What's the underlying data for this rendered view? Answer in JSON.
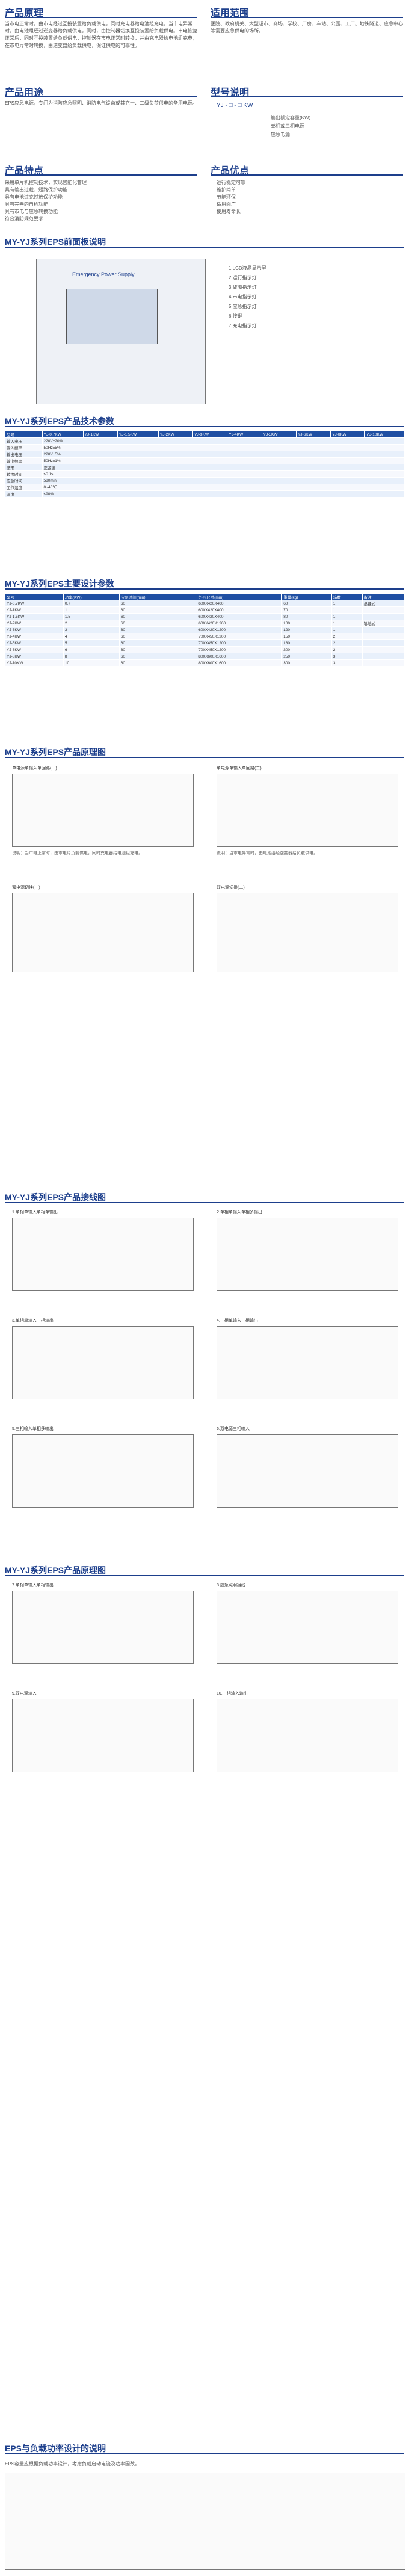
{
  "sections": {
    "principle": {
      "title": "产品原理",
      "text": "当市电正常时，由市电经过互投装置给负载供电，同时充电器给电池组充电，当市电异常时，由电池组经过逆变器给负载供电，同时，由控制器切换互投装置给负载供电。市电恢复正常后，同时互投装置给负载供电，控制器在市电正常时转换，并由充电器给电池组充电，在市电异常时转换，由逆变器给负载供电，保证供电的可靠性。"
    },
    "application": {
      "title": "适用范围",
      "text": "医院、政府机关、大型超市、商场、学校、厂房、车站、公园、工厂、地铁隧道、应急中心等需要应急供电的场所。"
    },
    "purpose": {
      "title": "产品用途",
      "text": "EPS应急电源，专门为消防应急照明、消防电气设备或其它一、二级负荷供电的备用电源。"
    },
    "model": {
      "title": "型号说明",
      "label": "YJ - □ - □ KW",
      "items": [
        "输出额定容量(KW)",
        "单相或三相电源",
        "应急电源"
      ]
    },
    "features": {
      "title": "产品特点",
      "items": [
        "采用单片机控制技术，实现智能化管理",
        "具有输出过载、短路保护功能",
        "具有电池过充过放保护功能",
        "具有完善的自检功能",
        "具有市电与应急转换功能",
        "符合消防规范要求"
      ]
    },
    "advantages": {
      "title": "产品优点",
      "items": [
        "运行稳定可靠",
        "维护简单",
        "节能环保",
        "适用面广",
        "使用寿命长"
      ]
    },
    "panel": {
      "title": "MY-YJ系列EPS前面板说明",
      "panel_label": "Emergency Power Supply",
      "notes": [
        "1.LCD液晶显示屏",
        "2.运行指示灯",
        "3.故障指示灯",
        "4.市电指示灯",
        "5.应急指示灯",
        "6.按键",
        "7.充电指示灯"
      ]
    },
    "tech": {
      "title": "MY-YJ系列EPS产品技术参数",
      "header": [
        "型号",
        "YJ-0.7KW",
        "YJ-1KW",
        "YJ-1.5KW",
        "YJ-2KW",
        "YJ-3KW",
        "YJ-4KW",
        "YJ-5KW",
        "YJ-6KW",
        "YJ-8KW",
        "YJ-10KW"
      ],
      "rows": [
        [
          "输入电压",
          "220V±20%"
        ],
        [
          "输入频率",
          "50Hz±5%"
        ],
        [
          "输出电压",
          "220V±5%"
        ],
        [
          "输出频率",
          "50Hz±1%"
        ],
        [
          "波形",
          "正弦波"
        ],
        [
          "转换时间",
          "≤0.1s"
        ],
        [
          "应急时间",
          "≥90min"
        ],
        [
          "工作温度",
          "0~40℃"
        ],
        [
          "湿度",
          "≤90%"
        ]
      ]
    },
    "design": {
      "title": "MY-YJ系列EPS主要设计参数",
      "header": [
        "型号",
        "功率(KW)",
        "应急时间(min)",
        "外形尺寸(mm)",
        "重量(kg)",
        "箱数",
        "备注"
      ],
      "rows": [
        [
          "YJ-0.7KW",
          "0.7",
          "60",
          "600X420X400",
          "60",
          "1",
          "壁挂式"
        ],
        [
          "YJ-1KW",
          "1",
          "60",
          "600X420X400",
          "70",
          "1",
          ""
        ],
        [
          "YJ-1.5KW",
          "1.5",
          "60",
          "600X420X400",
          "80",
          "1",
          ""
        ],
        [
          "YJ-2KW",
          "2",
          "60",
          "600X420X1200",
          "100",
          "1",
          "落地式"
        ],
        [
          "YJ-3KW",
          "3",
          "60",
          "600X420X1200",
          "120",
          "1",
          ""
        ],
        [
          "YJ-4KW",
          "4",
          "60",
          "700X450X1200",
          "150",
          "2",
          ""
        ],
        [
          "YJ-5KW",
          "5",
          "60",
          "700X450X1200",
          "180",
          "2",
          ""
        ],
        [
          "YJ-6KW",
          "6",
          "60",
          "700X450X1200",
          "200",
          "2",
          ""
        ],
        [
          "YJ-8KW",
          "8",
          "60",
          "800X600X1600",
          "250",
          "3",
          ""
        ],
        [
          "YJ-10KW",
          "10",
          "60",
          "800X600X1600",
          "300",
          "3",
          ""
        ]
      ]
    },
    "schematic": {
      "title": "MY-YJ系列EPS产品原理图",
      "d1": "单电源单输入单回路(一)",
      "d2": "单电源单输入单回路(二)",
      "d3": "双电源切换(一)",
      "d4": "双电源切换(二)",
      "text1": "说明：当市电正常时，由市电给负载供电，同时充电器给电池组充电。",
      "text2": "说明：当市电异常时，由电池组经逆变器给负载供电。"
    },
    "wiring": {
      "title": "MY-YJ系列EPS产品接线图",
      "items": [
        "1.单相单输入单相单输出",
        "2.单相单输入单相多输出",
        "3.单相单输入三相输出",
        "4.三相单输入三相输出",
        "5.三相输入单相多输出",
        "6.双电源三相输入"
      ]
    },
    "schematic2": {
      "title": "MY-YJ系列EPS产品原理图",
      "items": [
        "7.单相单输入单相输出",
        "8.应急照明接线",
        "9.双电源输入",
        "10.三相输入输出"
      ]
    },
    "load": {
      "title": "EPS与负载功率设计的说明",
      "text": "EPS容量应根据负载功率设计，考虑负载启动电流及功率因数。"
    }
  }
}
